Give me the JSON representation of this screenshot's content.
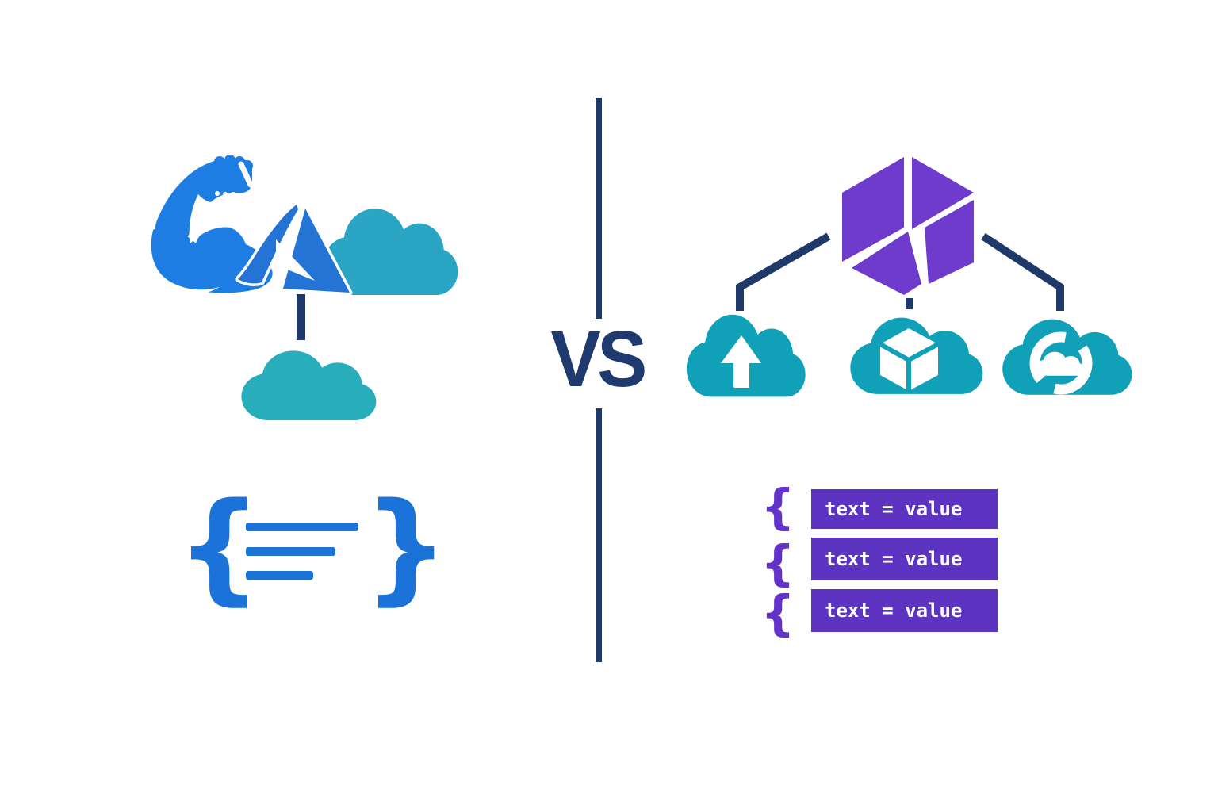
{
  "divider": {
    "vs_label": "VS"
  },
  "left_panel": {
    "icons": [
      "flexed-arm-icon",
      "azure-logo-icon",
      "cloud-icon",
      "cloud-icon"
    ],
    "code_block": {
      "open_brace": "{",
      "close_brace": "}",
      "line_count": 3
    }
  },
  "right_panel": {
    "icons": [
      "cube-icon",
      "cloud-upload-icon",
      "cloud-box-icon",
      "cloud-sync-icon"
    ],
    "code_lines": [
      {
        "brace": "{",
        "text": "text = value"
      },
      {
        "brace": "{",
        "text": "text = value"
      },
      {
        "brace": "{",
        "text": "text = value"
      }
    ]
  },
  "colors": {
    "arm_blue": "#1d7de2",
    "azure_blue": "#2474d6",
    "code_blue": "#1b72d9",
    "teal_light": "#2aa5c3",
    "teal_bottom": "#28adbb",
    "teal_right": "#10a0b8",
    "navy": "#1f3a68",
    "cube_purple": "#6e3bcd",
    "block_purple": "#5c34c1",
    "brace_purple": "#6232cb",
    "background": "#ffffff"
  }
}
